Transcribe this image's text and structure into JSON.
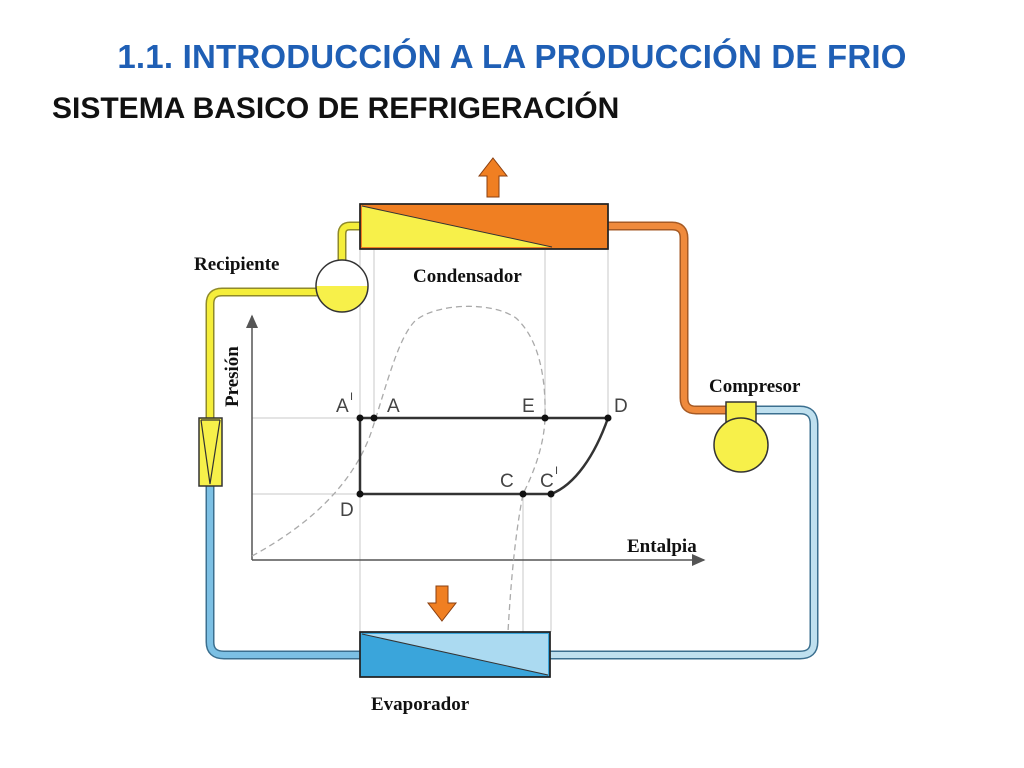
{
  "header": {
    "title": "1.1. INTRODUCCIÓN A LA PRODUCCIÓN DE FRIO",
    "subtitle": "SISTEMA BASICO DE REFRIGERACIÓN"
  },
  "components": {
    "condenser": "Condensador",
    "receiver": "Recipiente",
    "compressor": "Compresor",
    "evaporator": "Evaporador"
  },
  "axes": {
    "y": "Presión",
    "x": "Entalpia"
  },
  "points": {
    "a_prime": "A",
    "a_prime_sup": "I",
    "a": "A",
    "e": "E",
    "d_top": "D",
    "c": "C",
    "c_prime": "C",
    "c_prime_sup": "I",
    "d_bottom": "D"
  },
  "colors": {
    "title": "#1f5fb5",
    "hot_pipe": "#e87a2e",
    "liquid_pipe": "#f5ee3a",
    "cold_pipe": "#6ab3dc",
    "condenser_hot": "#f07f22",
    "condenser_liquid": "#f7f04a",
    "evaporator_dark": "#3aa5db",
    "evaporator_light": "#aedcf2",
    "arrow": "#f07f22"
  }
}
